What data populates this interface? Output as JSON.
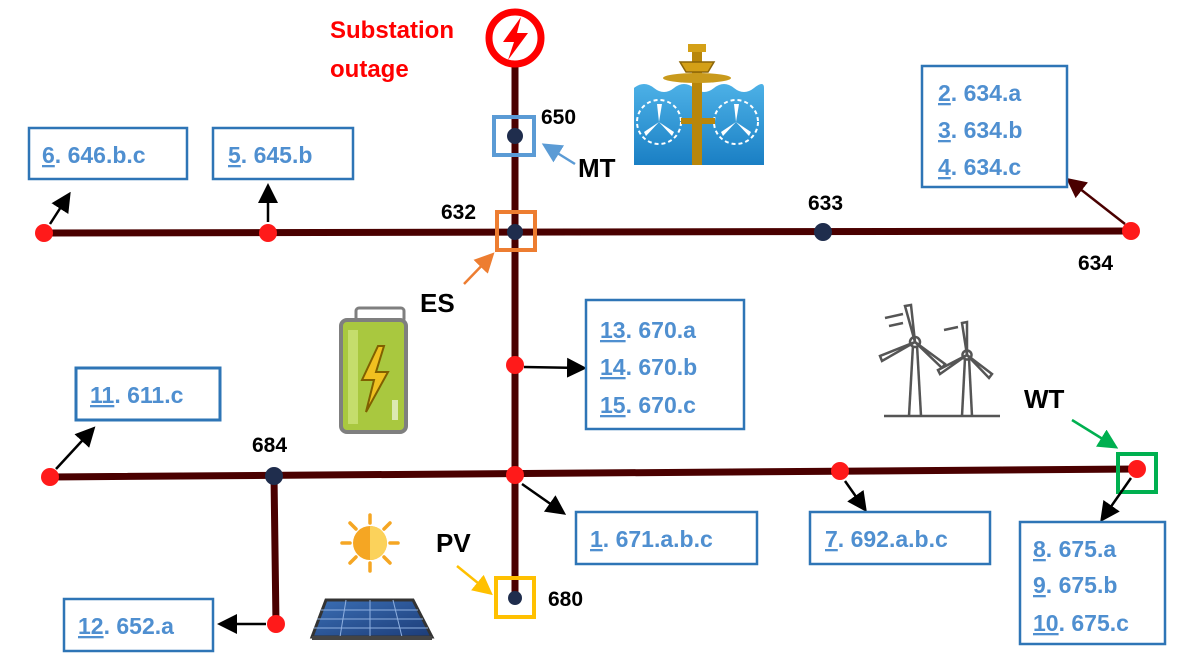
{
  "substation": {
    "line1": "Substation",
    "line2": "outage"
  },
  "nodes": {
    "n650": "650",
    "n632": "632",
    "n633": "633",
    "n634": "634",
    "n684": "684",
    "n680": "680"
  },
  "devices": {
    "mt": "MT",
    "es": "ES",
    "pv": "PV",
    "wt": "WT"
  },
  "loads": {
    "box_6": [
      {
        "num": "6",
        "text": ". 646.b.c"
      }
    ],
    "box_5": [
      {
        "num": "5",
        "text": ". 645.b"
      }
    ],
    "box_634": [
      {
        "num": "2",
        "text": ".  634.a"
      },
      {
        "num": "3",
        "text": ".  634.b"
      },
      {
        "num": "4",
        "text": ".  634.c"
      }
    ],
    "box_670": [
      {
        "num": "13",
        "text": ".  670.a"
      },
      {
        "num": "14",
        "text": ".  670.b"
      },
      {
        "num": "15",
        "text": ".  670.c"
      }
    ],
    "box_11": [
      {
        "num": "11",
        "text": ". 611.c"
      }
    ],
    "box_1": [
      {
        "num": "1",
        "text": ". 671.a.b.c"
      }
    ],
    "box_7": [
      {
        "num": "7",
        "text": ". 692.a.b.c"
      }
    ],
    "box_675": [
      {
        "num": "8",
        "text": ".   675.a"
      },
      {
        "num": "9",
        "text": ".   675.b"
      },
      {
        "num": "10",
        "text": ". 675.c"
      }
    ],
    "box_12": [
      {
        "num": "12",
        "text": ". 652.a"
      }
    ]
  },
  "colors": {
    "line": "#4a0000",
    "load_node": "#ff1a1a",
    "bus_node": "#1f2d4d",
    "load_text": "#4f8fd0",
    "box_border": "#2e75b6",
    "mt_marker": "#5b9bd5",
    "es_marker": "#ed7d31",
    "pv_marker": "#ffc000",
    "wt_marker": "#00b050",
    "substation": "#ff0000"
  },
  "icons": {
    "substation": "lightning-circle-icon",
    "mt": "tidal-turbine-icon",
    "es": "battery-icon",
    "wt": "wind-turbine-icon",
    "pv_sun": "sun-icon",
    "pv_panel": "solar-panel-icon"
  }
}
